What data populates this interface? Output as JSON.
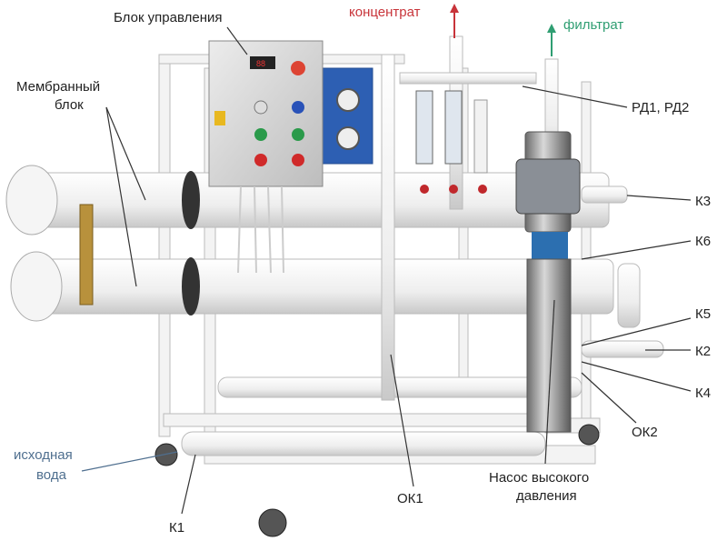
{
  "labels": {
    "control_unit": "Блок управления",
    "membrane_line1": "Мембранный",
    "membrane_line2": "блок",
    "concentrate": "концентрат",
    "filtrate": "фильтрат",
    "pressure_relays": "РД1, РД2",
    "k3": "К3",
    "k6": "К6",
    "k5": "К5",
    "k2": "К2",
    "k4": "К4",
    "ok2": "ОК2",
    "pump_line1": "Насос высокого",
    "pump_line2": "давления",
    "ok1": "ОК1",
    "k1": "К1",
    "source_line1": "исходная",
    "source_line2": "вода"
  },
  "colors": {
    "concentrate": "#c8343a",
    "filtrate": "#2f9e72",
    "source_water": "#4f6f8f",
    "frame": "#f2f2f2",
    "membrane": "#f7f7f7"
  }
}
